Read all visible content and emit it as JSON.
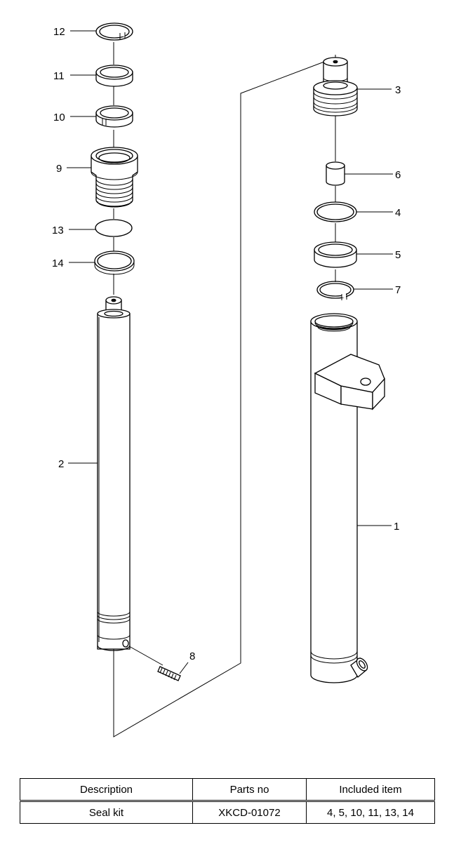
{
  "callouts": {
    "c1": "1",
    "c2": "2",
    "c3": "3",
    "c4": "4",
    "c5": "5",
    "c6": "6",
    "c7": "7",
    "c8": "8",
    "c9": "9",
    "c10": "10",
    "c11": "11",
    "c12": "12",
    "c13": "13",
    "c14": "14"
  },
  "table": {
    "headers": [
      "Description",
      "Parts no",
      "Included item"
    ],
    "rows": [
      [
        "Seal kit",
        "XKCD-01072",
        "4, 5, 10, 11, 13, 14"
      ]
    ]
  }
}
